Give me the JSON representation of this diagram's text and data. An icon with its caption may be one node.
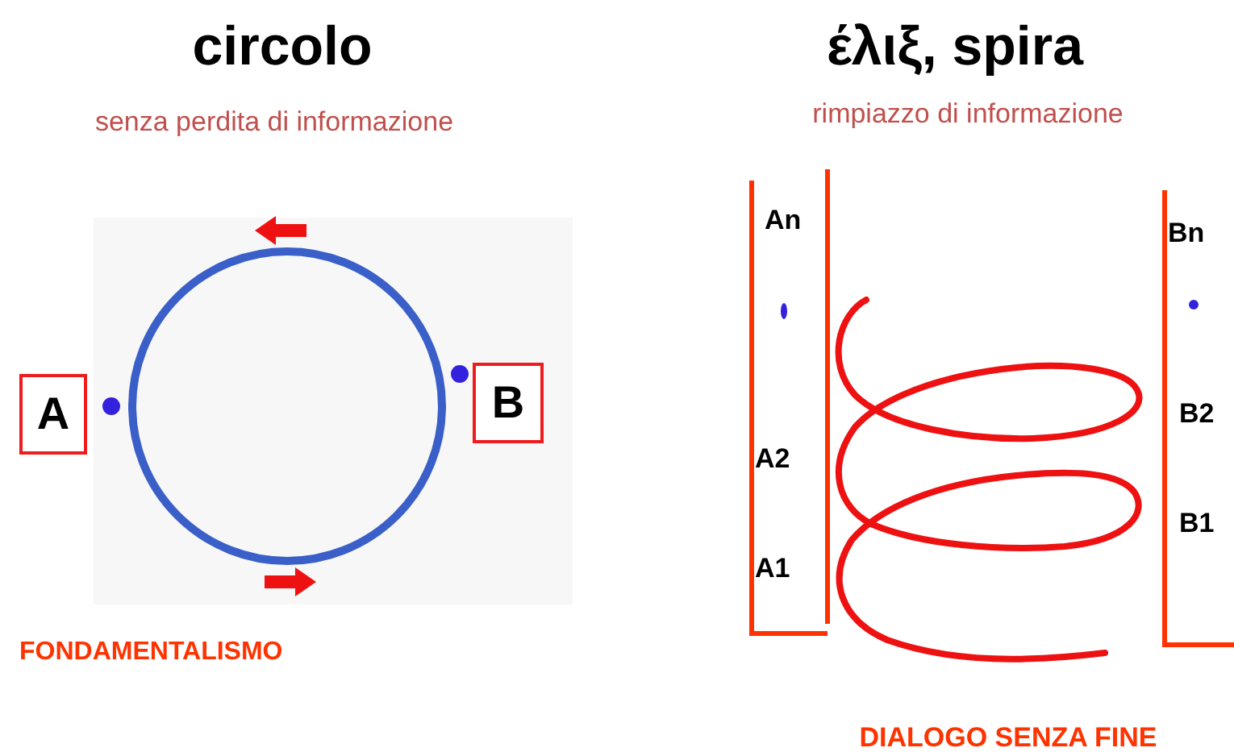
{
  "diagram": {
    "nodes": [
      {
        "text": [
          "A"
        ]
      },
      {
        "text": [
          "B"
        ]
      }
    ],
    "labels": [
      "circolo",
      "senza perdita di informazione",
      "FONDAMENTALISMO",
      "έλιξ, spira",
      "rimpiazzo di informazione",
      "An",
      "Bn",
      "B2",
      "A2",
      "B1",
      "A1",
      "DIALOGO SENZA FINE"
    ]
  }
}
